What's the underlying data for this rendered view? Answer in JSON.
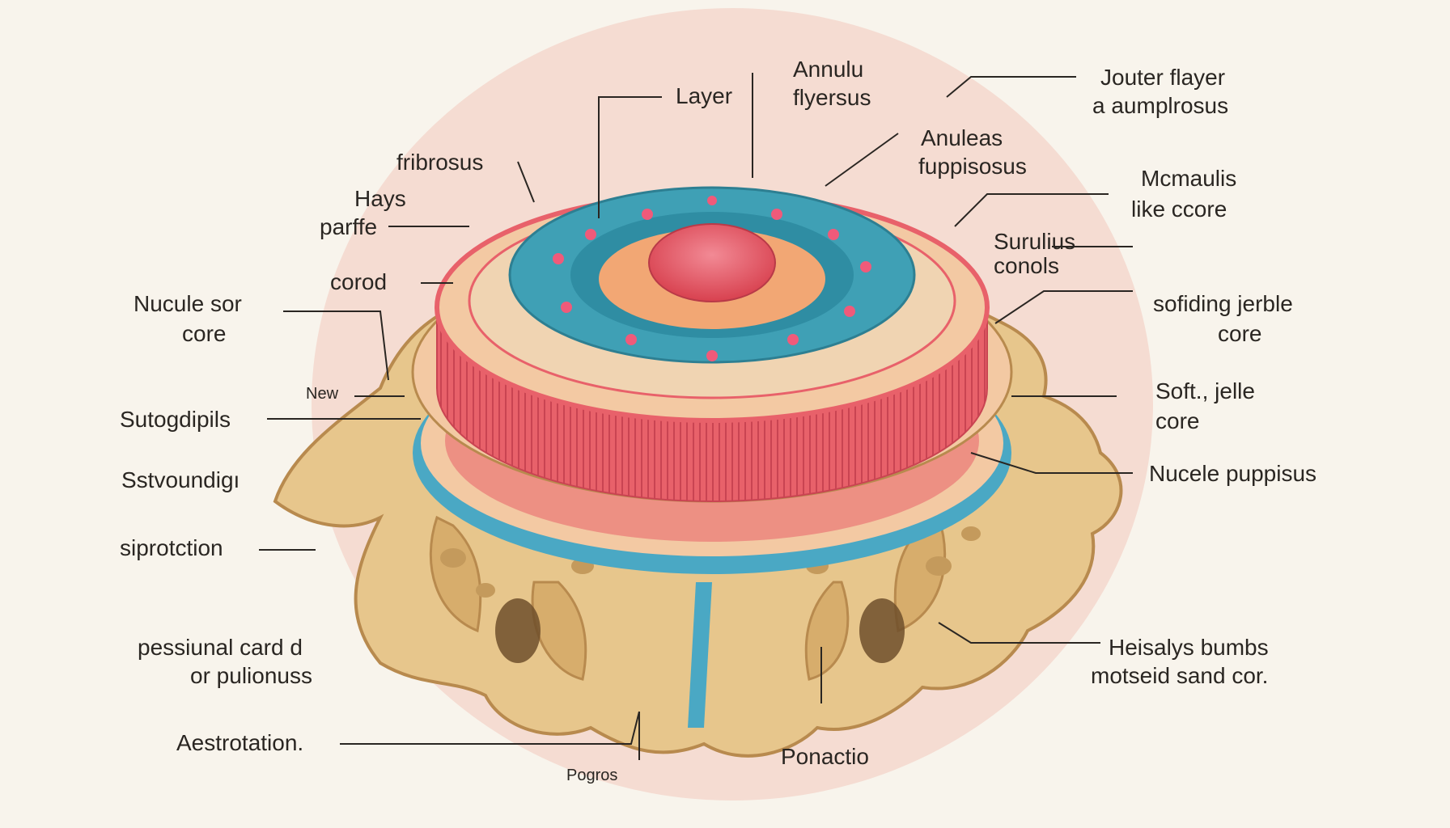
{
  "colors": {
    "background": "#f8f4ec",
    "halo": "#f5dcd2",
    "bone": "#e7c68c",
    "bone_dark": "#b88a4e",
    "annulus_red": "#e8616a",
    "annulus_outer": "#f3c9a3",
    "nucleus_teal": "#3fa0b5",
    "nucleus_core": "#e2546a",
    "vessel_blue": "#4aa8c4",
    "label_ink": "#2a2622"
  },
  "labels": {
    "layer": "Layer",
    "annulu_l1": "Annulu",
    "annulu_l2": "flyersus",
    "jouter_l1": "Jouter flayer",
    "jouter_l2": "a  aumplrosus",
    "fribrosus": "fribrosus",
    "anuleas_l1": "Anuleas",
    "anuleas_l2": "fuppisosus",
    "hays_l1": "Hays",
    "hays_l2": "parffe",
    "mcmaulis_l1": "Mcmaulis",
    "mcmaulis_l2": "like ccore",
    "surulius_l1": "Surulius",
    "surulius_l2": "conols",
    "corod": "corod",
    "nucule_l1": "Nucule sor",
    "nucule_l2": "core",
    "sofiding_l1": "sofiding  jerble",
    "sofiding_l2": "core",
    "new": "New",
    "soft_l1": "Soft.,  jelle",
    "soft_l2": "core",
    "sutogdipils": "Sutogdipils",
    "nucele": "Nucele puppisus",
    "sstvoundigi": "Sstvoundigı",
    "siprotction": "siprotction",
    "pessiunal_l1": "pessiunal card d",
    "pessiunal_l2": "or pulionuss",
    "heisalys_l1": "Heisalys bumbs",
    "heisalys_l2": "motseid sand cor.",
    "aestrotation": "Aestrotation.",
    "ponactio": "Ponactio",
    "pogros": "Pogros"
  }
}
